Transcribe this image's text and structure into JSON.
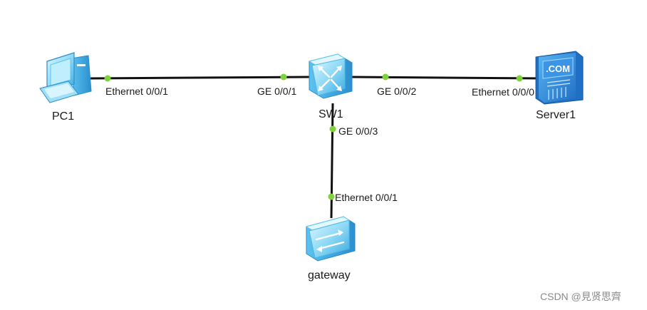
{
  "devices": {
    "pc1": {
      "label": "PC1",
      "icon": "pc-icon"
    },
    "sw1": {
      "label": "SW1",
      "icon": "switch-icon"
    },
    "server1": {
      "label": "Server1",
      "icon": "server-icon",
      "screen_text": ".COM"
    },
    "gateway": {
      "label": "gateway",
      "icon": "router-icon"
    }
  },
  "links": [
    {
      "from": "PC1",
      "from_port": "Ethernet 0/0/1",
      "to": "SW1",
      "to_port": "GE 0/0/1"
    },
    {
      "from": "SW1",
      "from_port": "GE 0/0/2",
      "to": "Server1",
      "to_port": "Ethernet 0/0/0"
    },
    {
      "from": "SW1",
      "from_port": "GE 0/0/3",
      "to": "gateway",
      "to_port": "Ethernet 0/0/1"
    }
  ],
  "watermark": "CSDN @見贤思齊",
  "colors": {
    "link": "#111111",
    "port_dot": "#7ed23a",
    "device_light": "#c9f0ff",
    "device_mid": "#6fcdf2",
    "device_dark": "#2e9fd8",
    "server_blue": "#2b7fd6"
  }
}
